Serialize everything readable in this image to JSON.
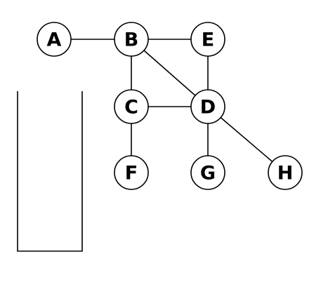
{
  "graph": {
    "nodes": [
      {
        "id": "A",
        "label": "A"
      },
      {
        "id": "B",
        "label": "B"
      },
      {
        "id": "E",
        "label": "E"
      },
      {
        "id": "C",
        "label": "C"
      },
      {
        "id": "D",
        "label": "D"
      },
      {
        "id": "F",
        "label": "F"
      },
      {
        "id": "G",
        "label": "G"
      },
      {
        "id": "H",
        "label": "H"
      }
    ],
    "edges": [
      {
        "from": "A",
        "to": "B"
      },
      {
        "from": "B",
        "to": "E"
      },
      {
        "from": "B",
        "to": "C"
      },
      {
        "from": "B",
        "to": "D"
      },
      {
        "from": "E",
        "to": "D"
      },
      {
        "from": "C",
        "to": "D"
      },
      {
        "from": "C",
        "to": "F"
      },
      {
        "from": "D",
        "to": "G"
      },
      {
        "from": "D",
        "to": "H"
      }
    ]
  },
  "stack": {
    "items": []
  }
}
